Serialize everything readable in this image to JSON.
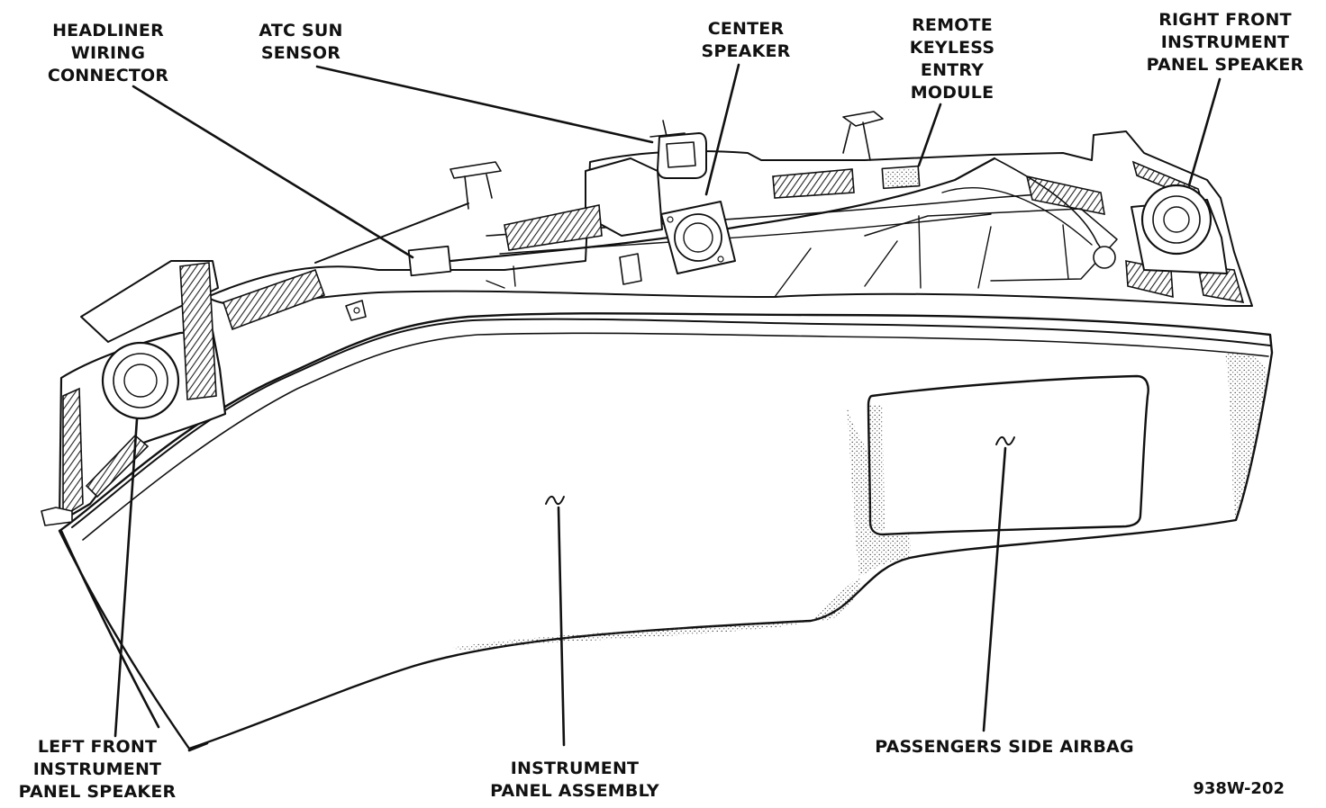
{
  "labels": {
    "headliner_wiring_connector": [
      "HEADLINER",
      "WIRING",
      "CONNECTOR"
    ],
    "atc_sun_sensor": [
      "ATC SUN",
      "SENSOR"
    ],
    "center_speaker": [
      "CENTER",
      "SPEAKER"
    ],
    "remote_keyless_entry_module": [
      "REMOTE",
      "KEYLESS",
      "ENTRY",
      "MODULE"
    ],
    "right_front_instrument_panel_speaker": [
      "RIGHT FRONT",
      "INSTRUMENT",
      "PANEL SPEAKER"
    ],
    "left_front_instrument_panel_speaker": [
      "LEFT FRONT",
      "INSTRUMENT",
      "PANEL SPEAKER"
    ],
    "instrument_panel_assembly": [
      "INSTRUMENT",
      "PANEL ASSEMBLY"
    ],
    "passengers_side_airbag": [
      "PASSENGERS SIDE AIRBAG"
    ]
  },
  "figure_id": "938W-202"
}
